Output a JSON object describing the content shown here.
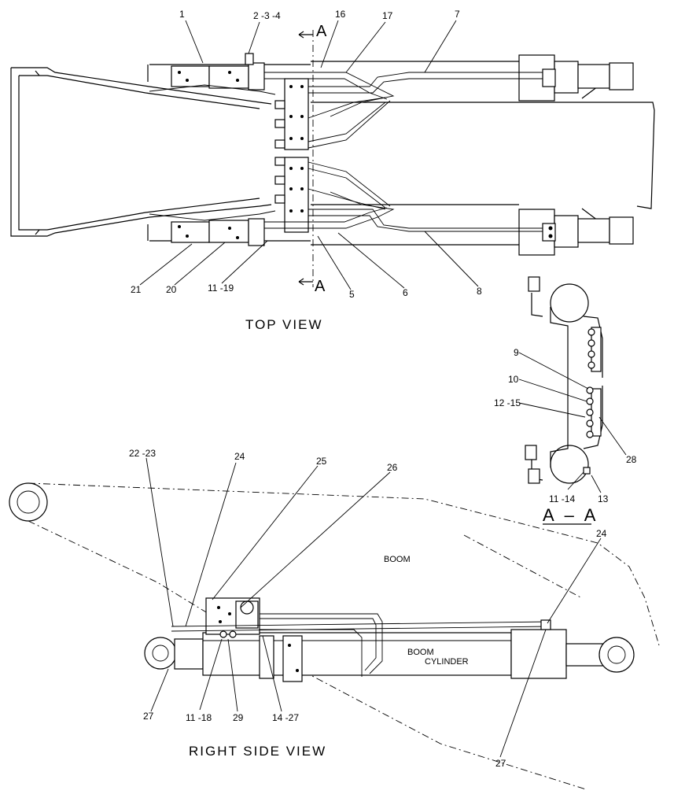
{
  "views": {
    "top": "TOP  VIEW",
    "side": "RIGHT  SIDE  VIEW",
    "section": "A – A",
    "section_marker": "A"
  },
  "labels": {
    "boom": "BOOM",
    "boom_cylinder_line1": "BOOM",
    "boom_cylinder_line2": "CYLINDER"
  },
  "top_callouts": [
    "1",
    "2 -3 -4",
    "16",
    "17",
    "7",
    "21",
    "20",
    "11 -19",
    "5",
    "6",
    "8"
  ],
  "section_callouts": [
    "9",
    "10",
    "12 -15",
    "28",
    "11 -14",
    "13"
  ],
  "side_callouts": [
    "22 -23",
    "24",
    "25",
    "26",
    "24",
    "27",
    "11 -18",
    "29",
    "14 -27",
    "27"
  ]
}
